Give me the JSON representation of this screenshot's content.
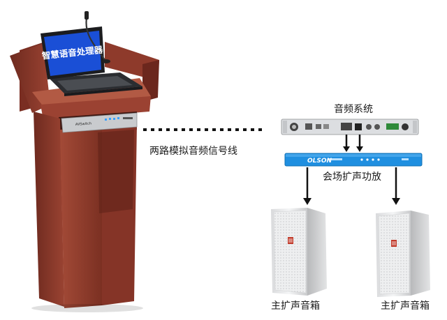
{
  "laptop_screen_text": "智慧语音处理器",
  "rack_brand": "AVSwitch",
  "audio_system_label": "音频系统",
  "signal_line_label": "两路模拟音频信号线",
  "amplifier_label": "会场扩声功放",
  "amplifier_brand": "OLSON",
  "speaker_left_label": "主扩声音箱",
  "speaker_right_label": "主扩声音箱",
  "colors": {
    "podium_wood": "#8f3a2c",
    "podium_dark": "#5e2219",
    "laptop_screen": "#1a4fd6",
    "amplifier_blue": "#1f8fe0",
    "speaker_white": "#ecedee"
  }
}
